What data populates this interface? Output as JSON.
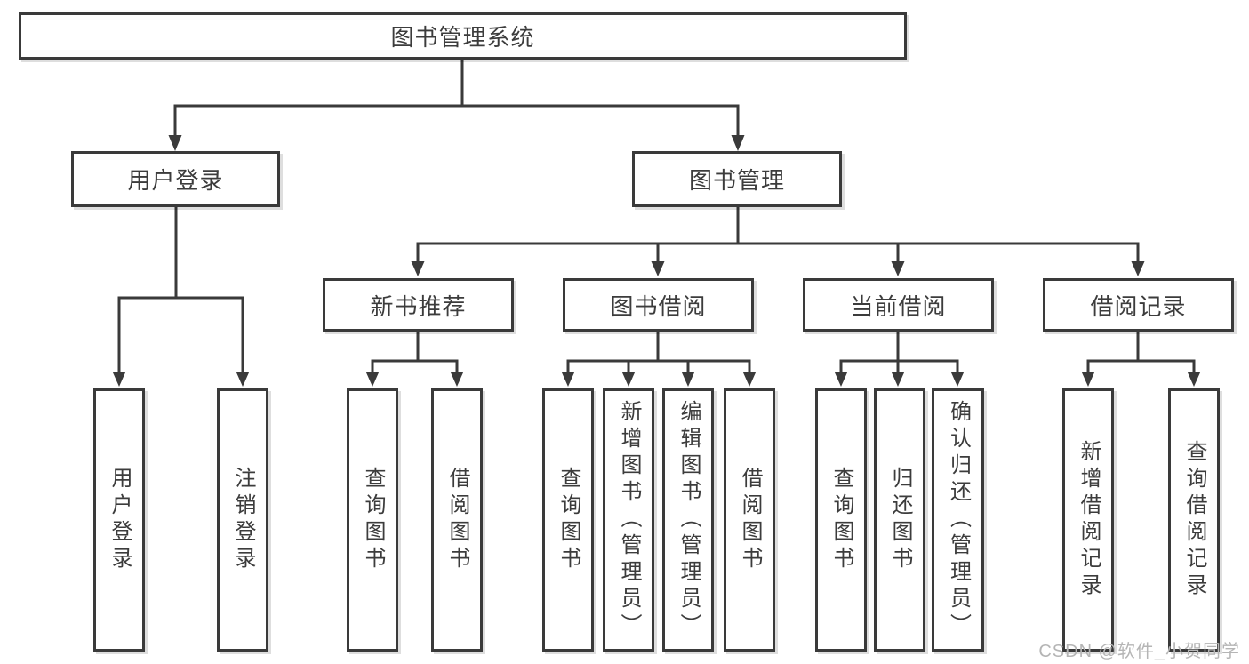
{
  "diagram": {
    "root_label": "图书管理系统",
    "branches": [
      {
        "label": "用户登录",
        "children": [
          "用户登录",
          "注销登录"
        ]
      },
      {
        "label": "图书管理",
        "sections": [
          {
            "label": "新书推荐",
            "children": [
              "查询图书",
              "借阅图书"
            ]
          },
          {
            "label": "图书借阅",
            "children": [
              "查询图书",
              "新增图书（管理员）",
              "编辑图书（管理员）",
              "借阅图书"
            ]
          },
          {
            "label": "当前借阅",
            "children": [
              "查询图书",
              "归还图书",
              "确认归还（管理员）"
            ]
          },
          {
            "label": "借阅记录",
            "children": [
              "新增借阅记录",
              "查询借阅记录"
            ]
          }
        ]
      }
    ]
  },
  "watermark": {
    "text": "CSDN @软件_小贺同学",
    "color": "#b5b5b5"
  },
  "colors": {
    "line": "#3a3a3a",
    "box_border": "#3a3a3a",
    "text": "#3c3c3c",
    "background": "#ffffff"
  }
}
